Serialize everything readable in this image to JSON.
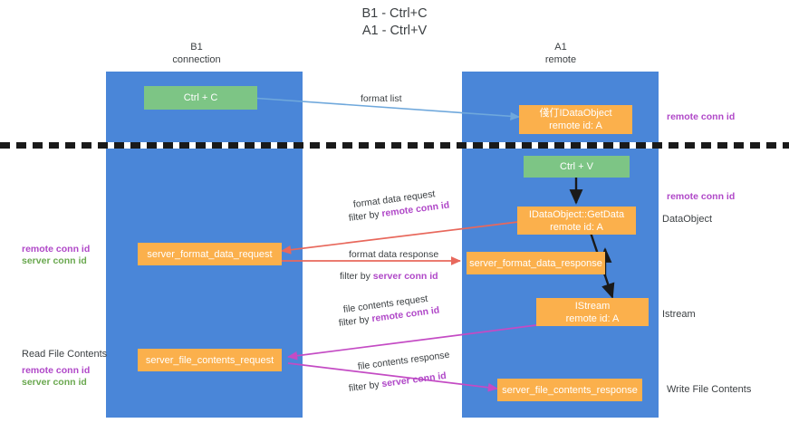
{
  "title": {
    "line1": "B1 - Ctrl+C",
    "line2": "A1 - Ctrl+V"
  },
  "columns": [
    {
      "name": "B1",
      "sub": "connection"
    },
    {
      "name": "A1",
      "sub": "remote"
    }
  ],
  "nodes": {
    "ctrl_c": {
      "label": "Ctrl + C"
    },
    "ctrl_v": {
      "label": "Ctrl + V"
    },
    "idataobject": {
      "line1": "俴仃IDataObject",
      "line2": "remote id: A"
    },
    "getdata": {
      "line1": "IDataObject::GetData",
      "line2": "remote id: A"
    },
    "istream": {
      "line1": "IStream",
      "line2": "remote id: A"
    },
    "server_format_data_request": {
      "label": "server_format_data_request"
    },
    "server_format_data_response": {
      "label": "server_format_data_response"
    },
    "server_file_contents_request": {
      "label": "server_file_contents_request"
    },
    "server_file_contents_response": {
      "label": "server_file_contents_response"
    }
  },
  "edge_labels": {
    "format_list": "format list",
    "format_data_request": "format data request",
    "format_data_request_filter_prefix": "filter by ",
    "format_data_request_filter_key": "remote conn id",
    "format_data_response": "format data response",
    "format_data_response_filter_prefix": "filter by ",
    "format_data_response_filter_key": "server conn id",
    "file_contents_request": "file contents request",
    "file_contents_request_filter_prefix": "filter by ",
    "file_contents_request_filter_key": "remote conn id",
    "file_contents_response": "file contents response",
    "file_contents_response_filter_prefix": "filter by ",
    "file_contents_response_filter_key": "server conn id"
  },
  "annotations": {
    "right_top_conn": "remote conn id",
    "right_mid_conn": "remote conn id",
    "right_dataobject": "DataObject",
    "right_istream": "Istream",
    "right_write_file": "Write File Contents",
    "left_mid_remote": "remote conn id",
    "left_mid_server": "server conn id",
    "left_read_file": "Read File Contents",
    "left_bot_remote": "remote conn id",
    "left_bot_server": "server conn id"
  },
  "colors": {
    "lane": "#4a86d8",
    "green_node": "#7dc585",
    "orange_node": "#fbb04c",
    "purple": "#b048c8",
    "green_text": "#6aa84f",
    "red_edge": "#e8685c",
    "magenta_edge": "#c44bc4",
    "blue_edge": "#6fa8dc",
    "black_edge": "#1a1a1a"
  }
}
